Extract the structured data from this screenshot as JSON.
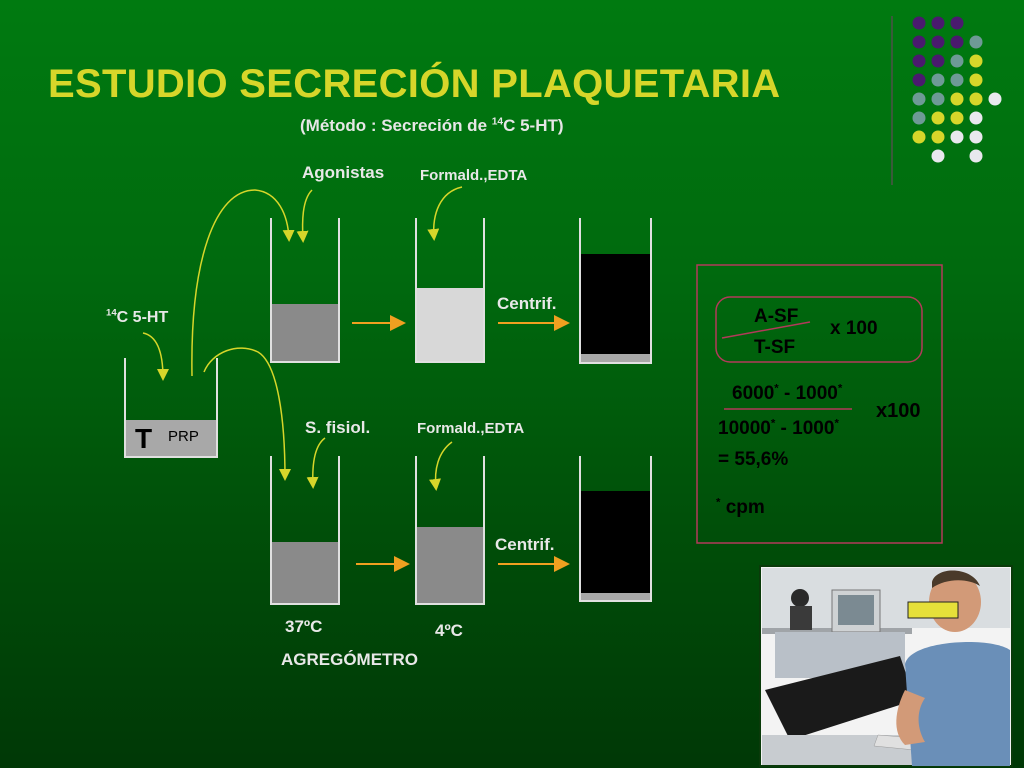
{
  "title": "ESTUDIO SECRECIÓN  PLAQUETARIA",
  "subtitle": {
    "prefix": "(Método : Secreción de ",
    "sup": "14",
    "suffix": "C 5-HT)"
  },
  "labels": {
    "agonistas": "Agonistas",
    "formald_top": "Formald.,EDTA",
    "formald_bottom": "Formald.,EDTA",
    "s_fisiol": "S. fisiol.",
    "centrif_top": "Centrif.",
    "centrif_bottom": "Centrif.",
    "isotope_sup": "14",
    "isotope_rest": "C 5-HT",
    "tube_t": "T",
    "tube_prp": "PRP",
    "temp_37": "37ºC",
    "temp_4": "4ºC",
    "agregometro": "AGREGÓMETRO"
  },
  "formula": {
    "numerator": "A-SF",
    "denominator": "T-SF",
    "multiplier": "x 100",
    "line1_a": "6000",
    "line1_mid": " - 1000",
    "line2_a": "10000",
    "line2_mid": " - 1000",
    "star": "*",
    "x100": "x100",
    "result": "= 55,6%",
    "footnote_star": "*",
    "footnote": " cpm"
  },
  "colors": {
    "accent_yellow": "#d6d62a",
    "arrow_orange": "#f0a020",
    "box_border": "#b23a5a",
    "dot_purple": "#4a1a6e",
    "dot_teal": "#6e9a96",
    "dot_yellow": "#d6d62a",
    "dot_white": "#e8e8ee"
  }
}
